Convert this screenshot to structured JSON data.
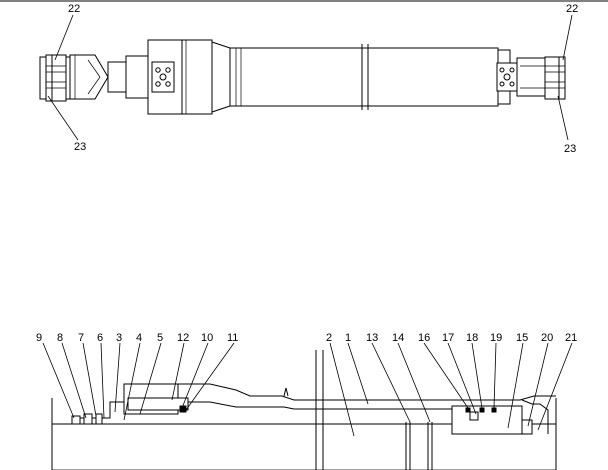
{
  "top_view": {
    "labels": [
      "22",
      "22",
      "23",
      "23"
    ]
  },
  "section_view": {
    "labels": [
      "9",
      "8",
      "7",
      "6",
      "3",
      "4",
      "5",
      "12",
      "10",
      "11",
      "2",
      "1",
      "13",
      "14",
      "16",
      "17",
      "18",
      "19",
      "15",
      "20",
      "21"
    ]
  }
}
